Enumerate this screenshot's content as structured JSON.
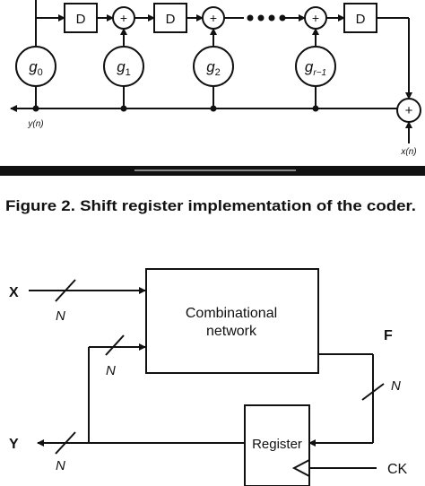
{
  "top_diagram": {
    "delay_label": "D",
    "adder_symbol": "+",
    "taps": [
      {
        "label": "g",
        "sub": "0"
      },
      {
        "label": "g",
        "sub": "1"
      },
      {
        "label": "g",
        "sub": "2"
      },
      {
        "label": "g",
        "sub": "r−1"
      }
    ],
    "output_label": "y(n)",
    "input_label": "x(n)"
  },
  "caption": "Figure 2. Shift register implementation of the coder.",
  "bottom_diagram": {
    "input_x": "X",
    "bus_width": "N",
    "comb_network_line1": "Combinational",
    "comb_network_line2": "network",
    "feedback_label": "F",
    "output_y": "Y",
    "register_label": "Register",
    "clock_label": "CK"
  }
}
